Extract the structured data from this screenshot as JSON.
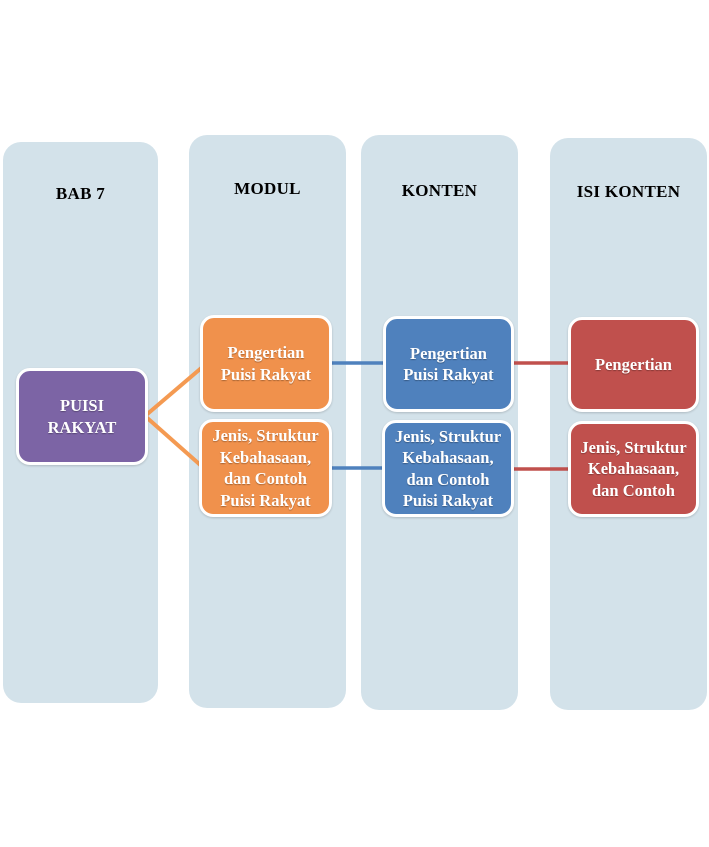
{
  "diagram": {
    "columns": [
      {
        "id": "bab7",
        "header": "BAB 7"
      },
      {
        "id": "modul",
        "header": "MODUL"
      },
      {
        "id": "konten",
        "header": "KONTEN"
      },
      {
        "id": "isi-konten",
        "header": "ISI KONTEN"
      }
    ],
    "nodes": {
      "root": {
        "label": "PUISI\nRAKYAT"
      },
      "modul_1": {
        "label": "Pengertian\nPuisi Rakyat"
      },
      "modul_2": {
        "label": "Jenis, Struktur\nKebahasaan,\ndan Contoh\nPuisi Rakyat"
      },
      "konten_1": {
        "label": "Pengertian\nPuisi Rakyat"
      },
      "konten_2": {
        "label": "Jenis, Struktur\nKebahasaan,\ndan Contoh\nPuisi Rakyat"
      },
      "isi_1": {
        "label": "Pengertian"
      },
      "isi_2": {
        "label": "Jenis, Struktur\nKebahasaan,\ndan Contoh"
      }
    },
    "colors": {
      "page_bg": "#ffffff",
      "column_bg": "#d3e2ea",
      "root_fill": "#7c64a5",
      "modul_fill": "#f0914c",
      "konten_fill": "#4f81bd",
      "isi_fill": "#c0504d",
      "connector_orange": "#f49a52",
      "connector_blue": "#4f81bd",
      "connector_red": "#c0504d",
      "header_text": "#000000",
      "node_text": "#ffffff",
      "node_border": "#ffffff"
    }
  }
}
